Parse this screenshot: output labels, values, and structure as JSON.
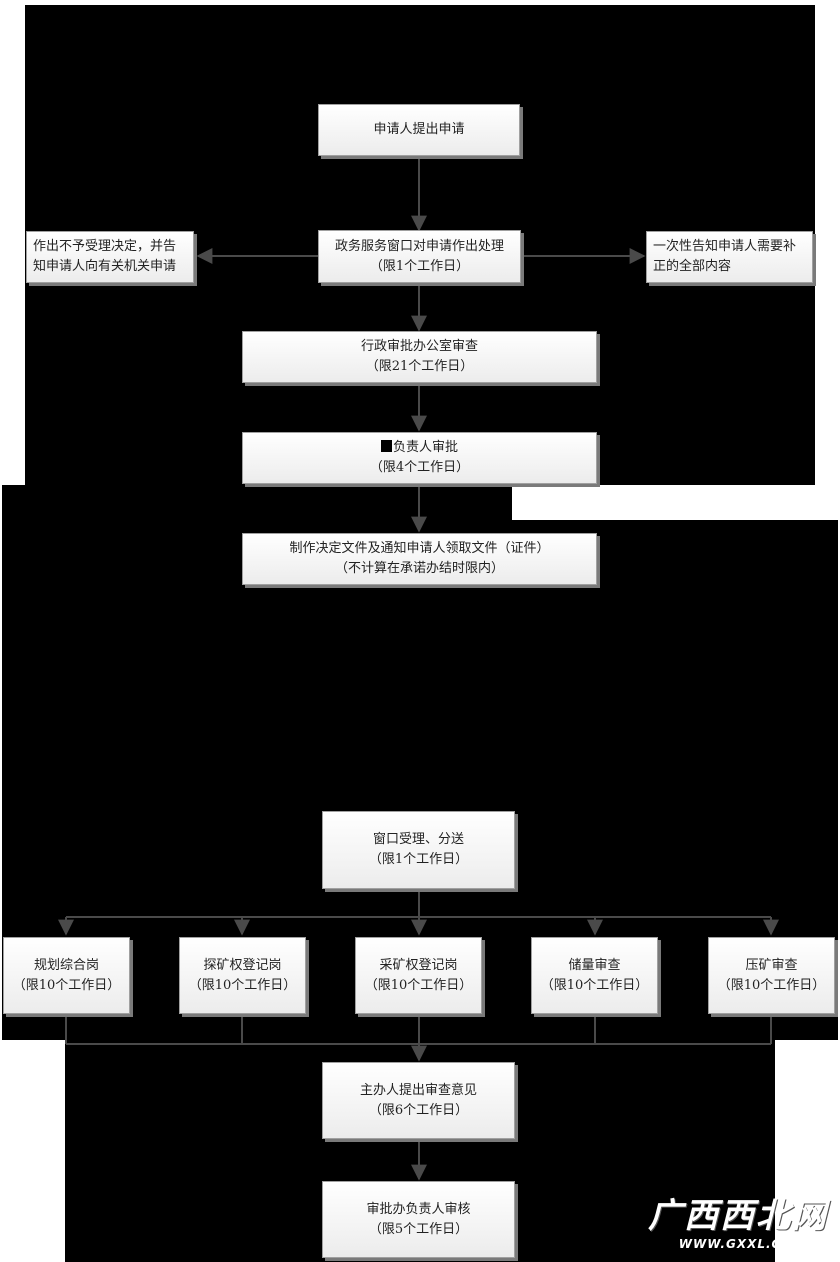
{
  "flow1": {
    "apply": {
      "l1": "申请人提出申请"
    },
    "window": {
      "l1": "政务服务窗口对申请作出处理",
      "l2": "（限1个工作日）"
    },
    "reject": {
      "l1": "作出不予受理决定，并告",
      "l2": "知申请人向有关机关申请"
    },
    "supplement": {
      "l1": "一次性告知申请人需要补",
      "l2": "正的全部内容"
    },
    "office": {
      "l1": "行政审批办公室审查",
      "l2": "（限21个工作日）"
    },
    "head": {
      "l1": "负责人审批",
      "l2": "（限4个工作日）"
    },
    "decision": {
      "l1": "制作决定文件及通知申请人领取文件（证件）",
      "l2": "（不计算在承诺办结时限内）"
    }
  },
  "flow2": {
    "accept": {
      "l1": "窗口受理、分送",
      "l2": "（限1个工作日）"
    },
    "posts": [
      {
        "l1": "规划综合岗",
        "l2": "（限10个工作日）"
      },
      {
        "l1": "探矿权登记岗",
        "l2": "（限10个工作日）"
      },
      {
        "l1": "采矿权登记岗",
        "l2": "（限10个工作日）"
      },
      {
        "l1": "储量审查",
        "l2": "（限10个工作日）"
      },
      {
        "l1": "压矿审查",
        "l2": "（限10个工作日）"
      }
    ],
    "opinion": {
      "l1": "主办人提出审查意见",
      "l2": "（限6个工作日）"
    },
    "review": {
      "l1": "审批办负责人审核",
      "l2": "（限5个工作日）"
    }
  },
  "watermark": {
    "name": "广西西北网",
    "url": "WWW.GXXL.GOV.CN"
  }
}
